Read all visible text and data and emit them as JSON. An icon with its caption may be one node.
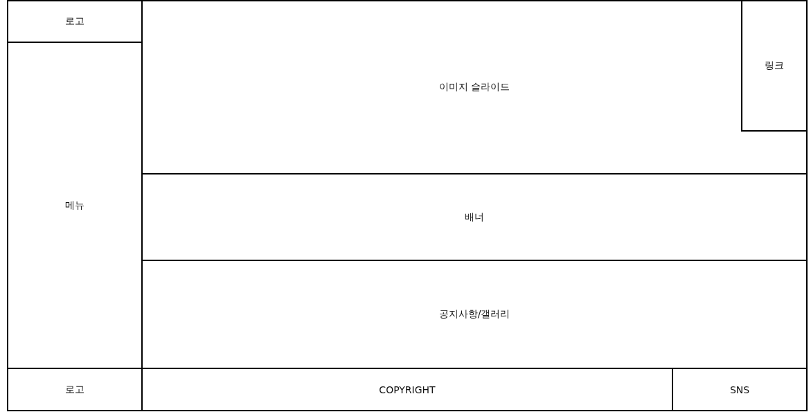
{
  "diagram": {
    "nodes": [
      {
        "text": [
          "로고"
        ]
      },
      {
        "text": [
          "메뉴"
        ]
      },
      {
        "text": [
          "이미지 슬라이드"
        ]
      },
      {
        "text": [
          "링크"
        ],
        "in": 2
      },
      {
        "text": [
          "배너"
        ]
      },
      {
        "text": [
          "공지사항/갤러리"
        ]
      },
      {
        "text": [
          "로고"
        ]
      },
      {
        "text": [
          "COPYRIGHT"
        ]
      },
      {
        "text": [
          "SNS"
        ]
      }
    ]
  }
}
